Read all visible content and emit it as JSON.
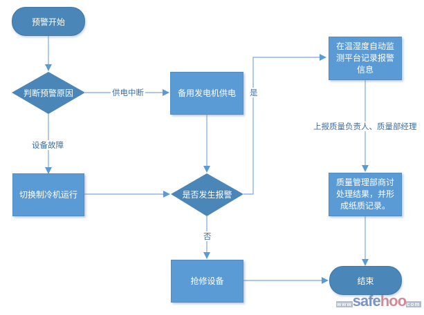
{
  "nodes": {
    "start": "预警开始",
    "judge_cause": "判断预警原因",
    "backup_generator": "备用发电机供电",
    "switch_chiller": "切换制冷机运行",
    "alarm_check": "是否发生报警",
    "record_alarm": "在温湿度自动监测平台记录报警信息",
    "quality_discussion": "质量管理部商讨处理结果，并形成纸质记录。",
    "repair_equipment": "抢修设备",
    "end": "结束"
  },
  "edge_labels": {
    "power_outage": "供电中断",
    "equipment_failure": "设备故障",
    "yes": "是",
    "no": "否",
    "report": "上报质量负责人、质量部经理"
  },
  "watermark": {
    "www": "www",
    "safe": "safe",
    "hoo": "hoo",
    "com": "com"
  },
  "colors": {
    "terminal_fill": "#4a86b8",
    "process_fill": "#5b9bd5",
    "decision_fill": "#4a86b8",
    "connector": "#5b9bd5",
    "edge_label_text": "#3d6fa0"
  }
}
